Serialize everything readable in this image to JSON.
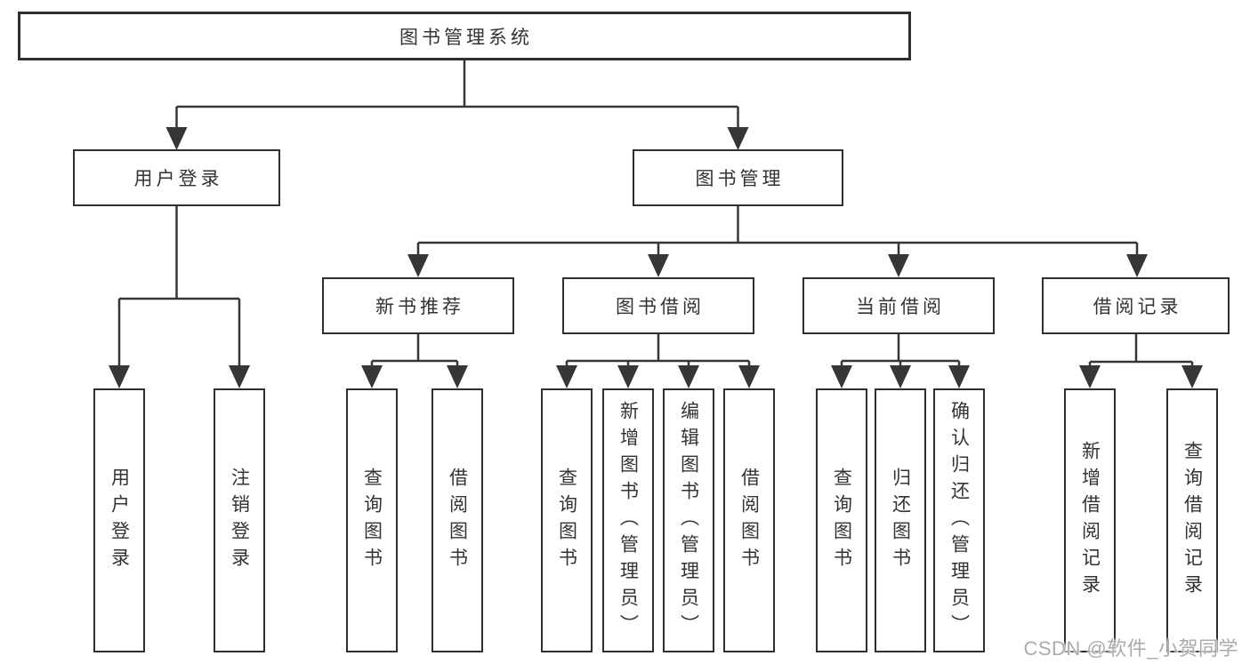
{
  "tree": {
    "root": {
      "label": "图书管理系统"
    },
    "branches": [
      {
        "label": "用户登录",
        "children": [
          {
            "label": "用户登录"
          },
          {
            "label": "注销登录"
          }
        ]
      },
      {
        "label": "图书管理",
        "children": [
          {
            "label": "新书推荐",
            "children": [
              {
                "label": "查询图书"
              },
              {
                "label": "借阅图书"
              }
            ]
          },
          {
            "label": "图书借阅",
            "children": [
              {
                "label": "查询图书"
              },
              {
                "label": "新增图书（管理员）"
              },
              {
                "label": "编辑图书（管理员）"
              },
              {
                "label": "借阅图书"
              }
            ]
          },
          {
            "label": "当前借阅",
            "children": [
              {
                "label": "查询图书"
              },
              {
                "label": "归还图书"
              },
              {
                "label": "确认归还（管理员）"
              }
            ]
          },
          {
            "label": "借阅记录",
            "children": [
              {
                "label": "新增借阅记录"
              },
              {
                "label": "查询借阅记录"
              }
            ]
          }
        ]
      }
    ]
  },
  "watermark": {
    "text": "CSDN @软件_小贺同学"
  },
  "colors": {
    "line": "#363636",
    "box_border": "#2f2f2f",
    "text": "#333333",
    "watermark": "#ababab",
    "background": "#ffffff"
  }
}
